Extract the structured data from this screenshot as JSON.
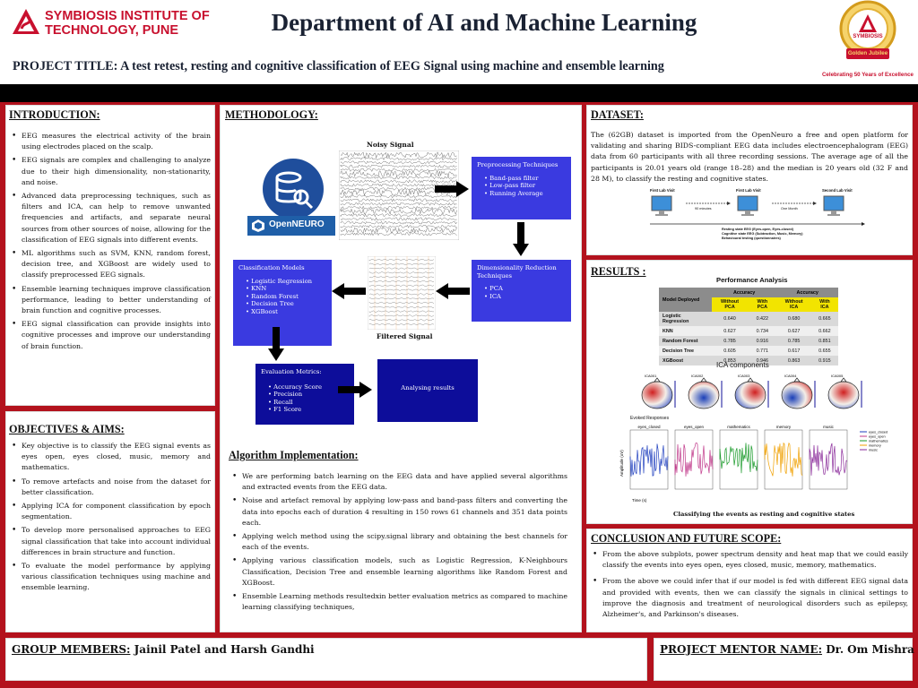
{
  "header": {
    "institute_line1": "SYMBIOSIS INSTITUTE OF",
    "institute_line2": "TECHNOLOGY, PUNE",
    "department_title": "Department of AI and Machine Learning",
    "project_title": "PROJECT TITLE:  A test retest, resting and cognitive classification of EEG Signal using machine and ensemble learning",
    "jubilee_word": "SYMBIOSIS",
    "jubilee_ribbon": "Golden Jubilee",
    "jubilee_caption": "Celebrating 50 Years of Excellence"
  },
  "colors": {
    "brand_red": "#b3121d",
    "box_blue": "#3a3ae0",
    "box_navy": "#0d0d9a"
  },
  "introduction": {
    "title": "INTRODUCTION:",
    "items": [
      "EEG measures the electrical activity of the brain using electrodes placed on the scalp.",
      "EEG signals are complex and challenging to analyze due to their high dimensionality, non-stationarity, and noise.",
      "Advanced data preprocessing techniques, such as filters and ICA, can help to remove unwanted frequencies and artifacts, and separate neural sources from other sources of noise, allowing for the classification of EEG signals into different events.",
      "ML algorithms such as SVM, KNN, random forest, decision tree, and XGBoost are widely used to classify preprocessed EEG signals.",
      "Ensemble learning techniques improve classification performance, leading to better understanding of brain function and cognitive processes.",
      "EEG signal classification can provide insights into cognitive processes and improve our understanding of brain function."
    ]
  },
  "objectives": {
    "title": "OBJECTIVES & AIMS:",
    "items": [
      "Key objective is to classify the EEG signal events as eyes open, eyes closed, music, memory and mathematics.",
      "To remove artefacts and noise from the dataset for better classification.",
      "Applying ICA for component classification by epoch segmentation.",
      "To develop more personalised approaches to EEG signal classification that take into account individual differences in brain structure and function.",
      "To evaluate the model performance by applying various classification techniques using machine and ensemble learning."
    ]
  },
  "methodology": {
    "title": "METHODOLOGY:",
    "noisy_label": "Noisy Signal",
    "filtered_label": "Filtered Signal",
    "openneuro_text": "OpenNEURO",
    "preprocessing": {
      "title": "Preprocessing Techniques",
      "items": [
        "Band-pass filter",
        "Low-pass filter",
        "Running Average"
      ]
    },
    "dimensionality": {
      "title": "Dimensionality Reduction Techniques",
      "items": [
        "PCA",
        "ICA"
      ]
    },
    "classification": {
      "title": "Classification Models",
      "items": [
        "Logistic Regression",
        "KNN",
        "Random Forest",
        "Decision Tree",
        "XGBoost"
      ]
    },
    "evaluation": {
      "title": "Evaluation Metrics:",
      "items": [
        "Accuracy Score",
        "Precision",
        "Recall",
        "F1 Score"
      ]
    },
    "analysing": "Analysing results"
  },
  "algorithm": {
    "title": "Algorithm Implementation:",
    "items": [
      "We are performing batch learning on the EEG data and have applied several algorithms and extracted events from the EEG data.",
      "Noise and artefact removal by applying low-pass and band-pass filters and converting the data into epochs each of duration 4 resulting in 150 rows 61 channels and 351 data points each.",
      "Applying welch method using the scipy.signal library and obtaining the best channels for each of the events.",
      "Applying various classification models, such as Logistic Regression, K-Neighbours Classification, Decision Tree and ensemble learning algorithms like Random Forest and XGBoost.",
      "Ensemble Learning methods resultedxin better evaluation metrics as compared to machine learning classifying techniques,"
    ]
  },
  "dataset": {
    "title": "DATASET:",
    "text": "The (62GB) dataset is imported from the OpenNeuro a free and open platform for validating and sharing BIDS-compliant EEG data includes electroencephalogram (EEG) data from 60 participants with all three recording sessions. The average age of all the participants is 20.01 years old (range 18–28) and the median is 20 years old (32 F and 28 M), to classify the resting and cognitive states.",
    "visits": [
      "First Lab Visit",
      "First Lab Visit",
      "Second Lab Visit"
    ],
    "gaps": [
      "90 minutes",
      "One Month"
    ],
    "legend": [
      "Resting state EEG (Eyes-open, Eyes-closed)",
      "Cognitive state EEG (Subtraction, Music, Memory)",
      "Behavioural testing (questionnaires)"
    ]
  },
  "results": {
    "title": "RESULTS :",
    "table_title": "Performance Analysis",
    "col_model": "Model Deployed",
    "col_group": "Accuracy",
    "subcols": [
      "Without PCA",
      "With PCA",
      "Without ICA",
      "With ICA"
    ],
    "rows": [
      {
        "model": "Logistic Regression",
        "values": [
          "0.640",
          "0.422",
          "0.680",
          "0.665"
        ]
      },
      {
        "model": "KNN",
        "values": [
          "0.627",
          "0.734",
          "0.627",
          "0.662"
        ]
      },
      {
        "model": "Random Forest",
        "values": [
          "0.785",
          "0.916",
          "0.785",
          "0.851"
        ]
      },
      {
        "model": "Decision Tree",
        "values": [
          "0.605",
          "0.771",
          "0.617",
          "0.655"
        ]
      },
      {
        "model": "XGBoost",
        "values": [
          "0.853",
          "0.946",
          "0.863",
          "0.915"
        ]
      }
    ],
    "ica_title": "ICA components",
    "ica_labels": [
      "ICA001",
      "ICA002",
      "ICA003",
      "ICA004",
      "ICA005"
    ],
    "evoked_title": "Evoked Responses",
    "events": [
      "eyes_closed",
      "eyes_open",
      "mathematics",
      "memory",
      "music"
    ],
    "event_colors": [
      "#1f3fbf",
      "#c0388a",
      "#1a9a2a",
      "#f0a000",
      "#8a2a9a"
    ],
    "ylabel": "Amplitude (uV)",
    "xlabel": "Time (s)",
    "caption": "Classifying the events as resting and cognitive states"
  },
  "conclusion": {
    "title": "CONCLUSION AND FUTURE SCOPE:",
    "items": [
      "From the above subplots, power spectrum density and heat map that we could easily classify the events into eyes open, eyes closed, music, memory, mathematics.",
      "From the above we could infer that if our model is fed with different EEG signal data and provided with events, then we can classify the signals in clinical settings to improve the diagnosis and treatment of neurological disorders such as epilepsy, Alzheimer's, and Parkinson's diseases."
    ]
  },
  "footer": {
    "group_label": "GROUP MEMBERS:",
    "group_names": "Jainil Patel and Harsh Gandhi",
    "mentor_label": "PROJECT MENTOR NAME:",
    "mentor_name": "Dr. Om Mishra"
  }
}
